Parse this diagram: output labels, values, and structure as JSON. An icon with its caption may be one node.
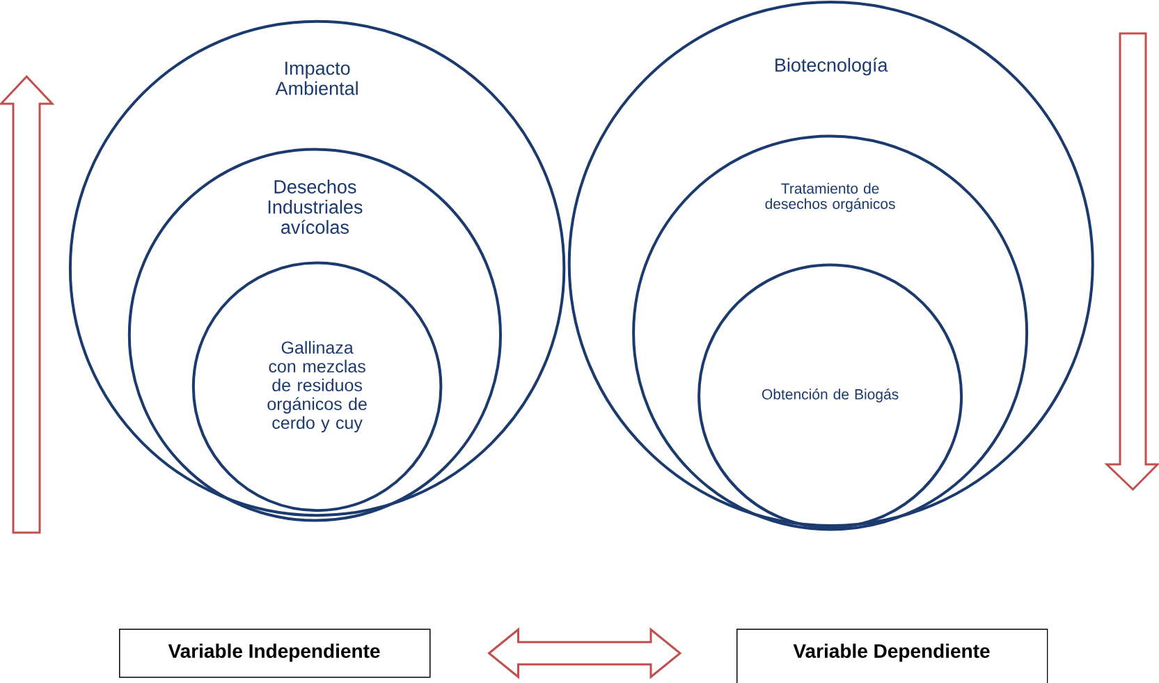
{
  "diagram": {
    "nodes": [
      {
        "text": [
          "Impacto Ambiental"
        ]
      },
      {
        "text": [
          "Desechos Industriales avícolas"
        ],
        "in": 0
      },
      {
        "text": [
          "Gallinaza con mezclas de residuos orgánicos de cerdo y cuy"
        ],
        "in": 1
      },
      {
        "text": [
          "Biotecnología"
        ]
      },
      {
        "text": [
          "Tratamiento de desechos orgánicos"
        ],
        "in": 3
      },
      {
        "text": [
          "Obtención de Biogás"
        ],
        "in": 4
      },
      {
        "text": [
          "Variable Independiente"
        ]
      },
      {
        "text": [
          "Variable Dependiente"
        ]
      }
    ],
    "edges": [
      {
        "from": 6,
        "to": 7,
        "arrow": "both"
      }
    ]
  }
}
